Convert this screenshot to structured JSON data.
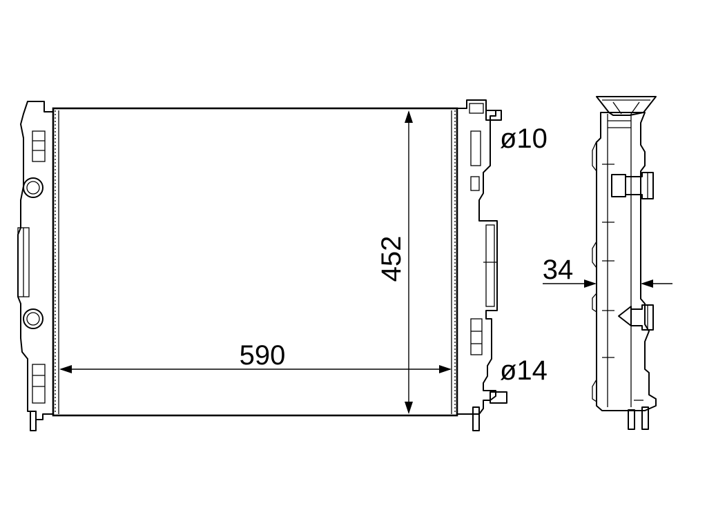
{
  "dimensions": {
    "width": "590",
    "height": "452",
    "depth": "34",
    "upper_pipe": "ø10",
    "lower_pipe": "ø14"
  }
}
